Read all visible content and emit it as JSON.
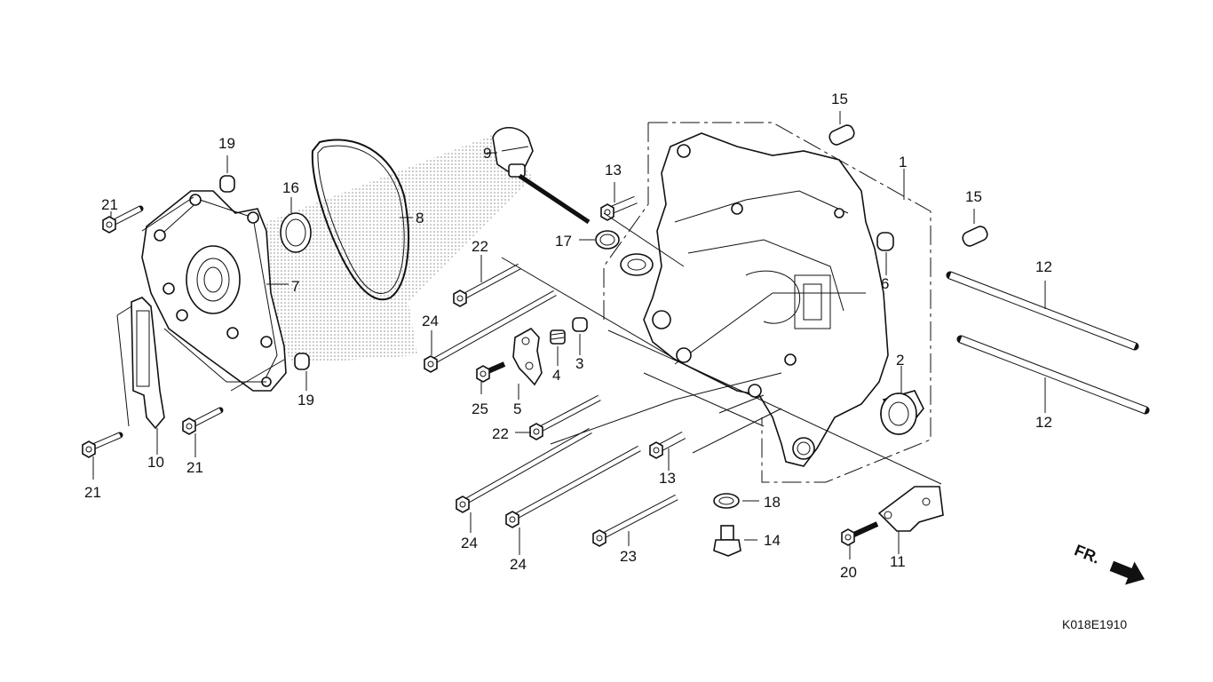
{
  "diagram": {
    "code": "K018E1910",
    "direction_label": "FR.",
    "callouts": [
      "1",
      "2",
      "3",
      "4",
      "5",
      "6",
      "7",
      "8",
      "9",
      "10",
      "11",
      "12",
      "12",
      "13",
      "13",
      "14",
      "15",
      "15",
      "16",
      "17",
      "18",
      "19",
      "19",
      "20",
      "21",
      "21",
      "21",
      "22",
      "22",
      "23",
      "24",
      "24",
      "24",
      "25"
    ]
  }
}
